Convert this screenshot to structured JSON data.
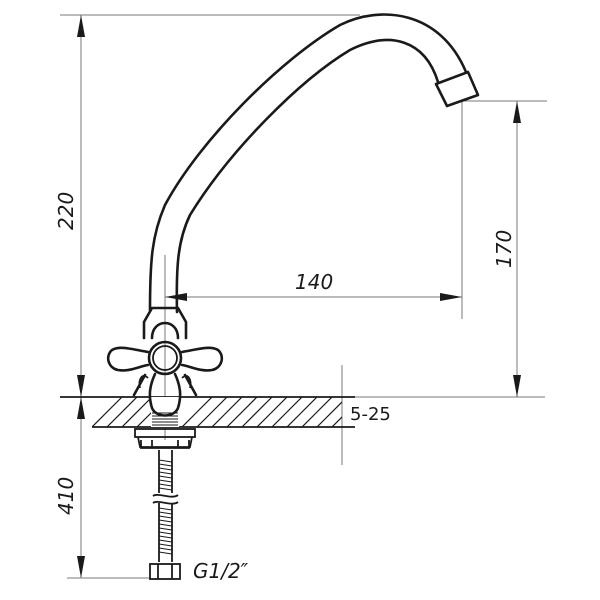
{
  "drawing": {
    "subject": "faucet-technical-drawing",
    "dimensions": {
      "total_height": "220",
      "spout_height": "170",
      "spout_reach": "140",
      "below_counter_length": "410",
      "countertop_thickness": "5-25",
      "connection_thread": "G1/2″"
    },
    "colors": {
      "line": "#1a1a1a",
      "dimension_line": "#7a7a7a",
      "background": "#ffffff"
    }
  }
}
